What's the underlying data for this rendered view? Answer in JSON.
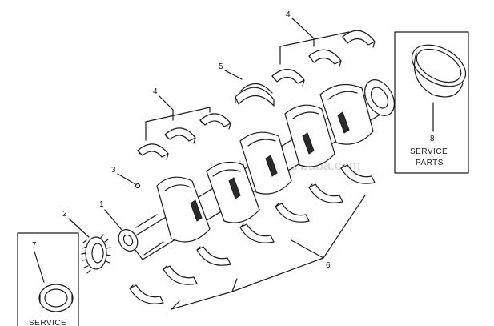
{
  "callouts": {
    "c1": "1",
    "c2": "2",
    "c3": "3",
    "c4_upper": "4",
    "c4_lower": "4",
    "c5": "5",
    "c6": "6",
    "c7": "7",
    "c8": "8"
  },
  "boxes": {
    "service_parts_right_line1": "SERVICE",
    "service_parts_right_line2": "PARTS",
    "service_parts_left_line1": "SERVICE"
  },
  "watermark": "syuelong.en.alibaba.com"
}
